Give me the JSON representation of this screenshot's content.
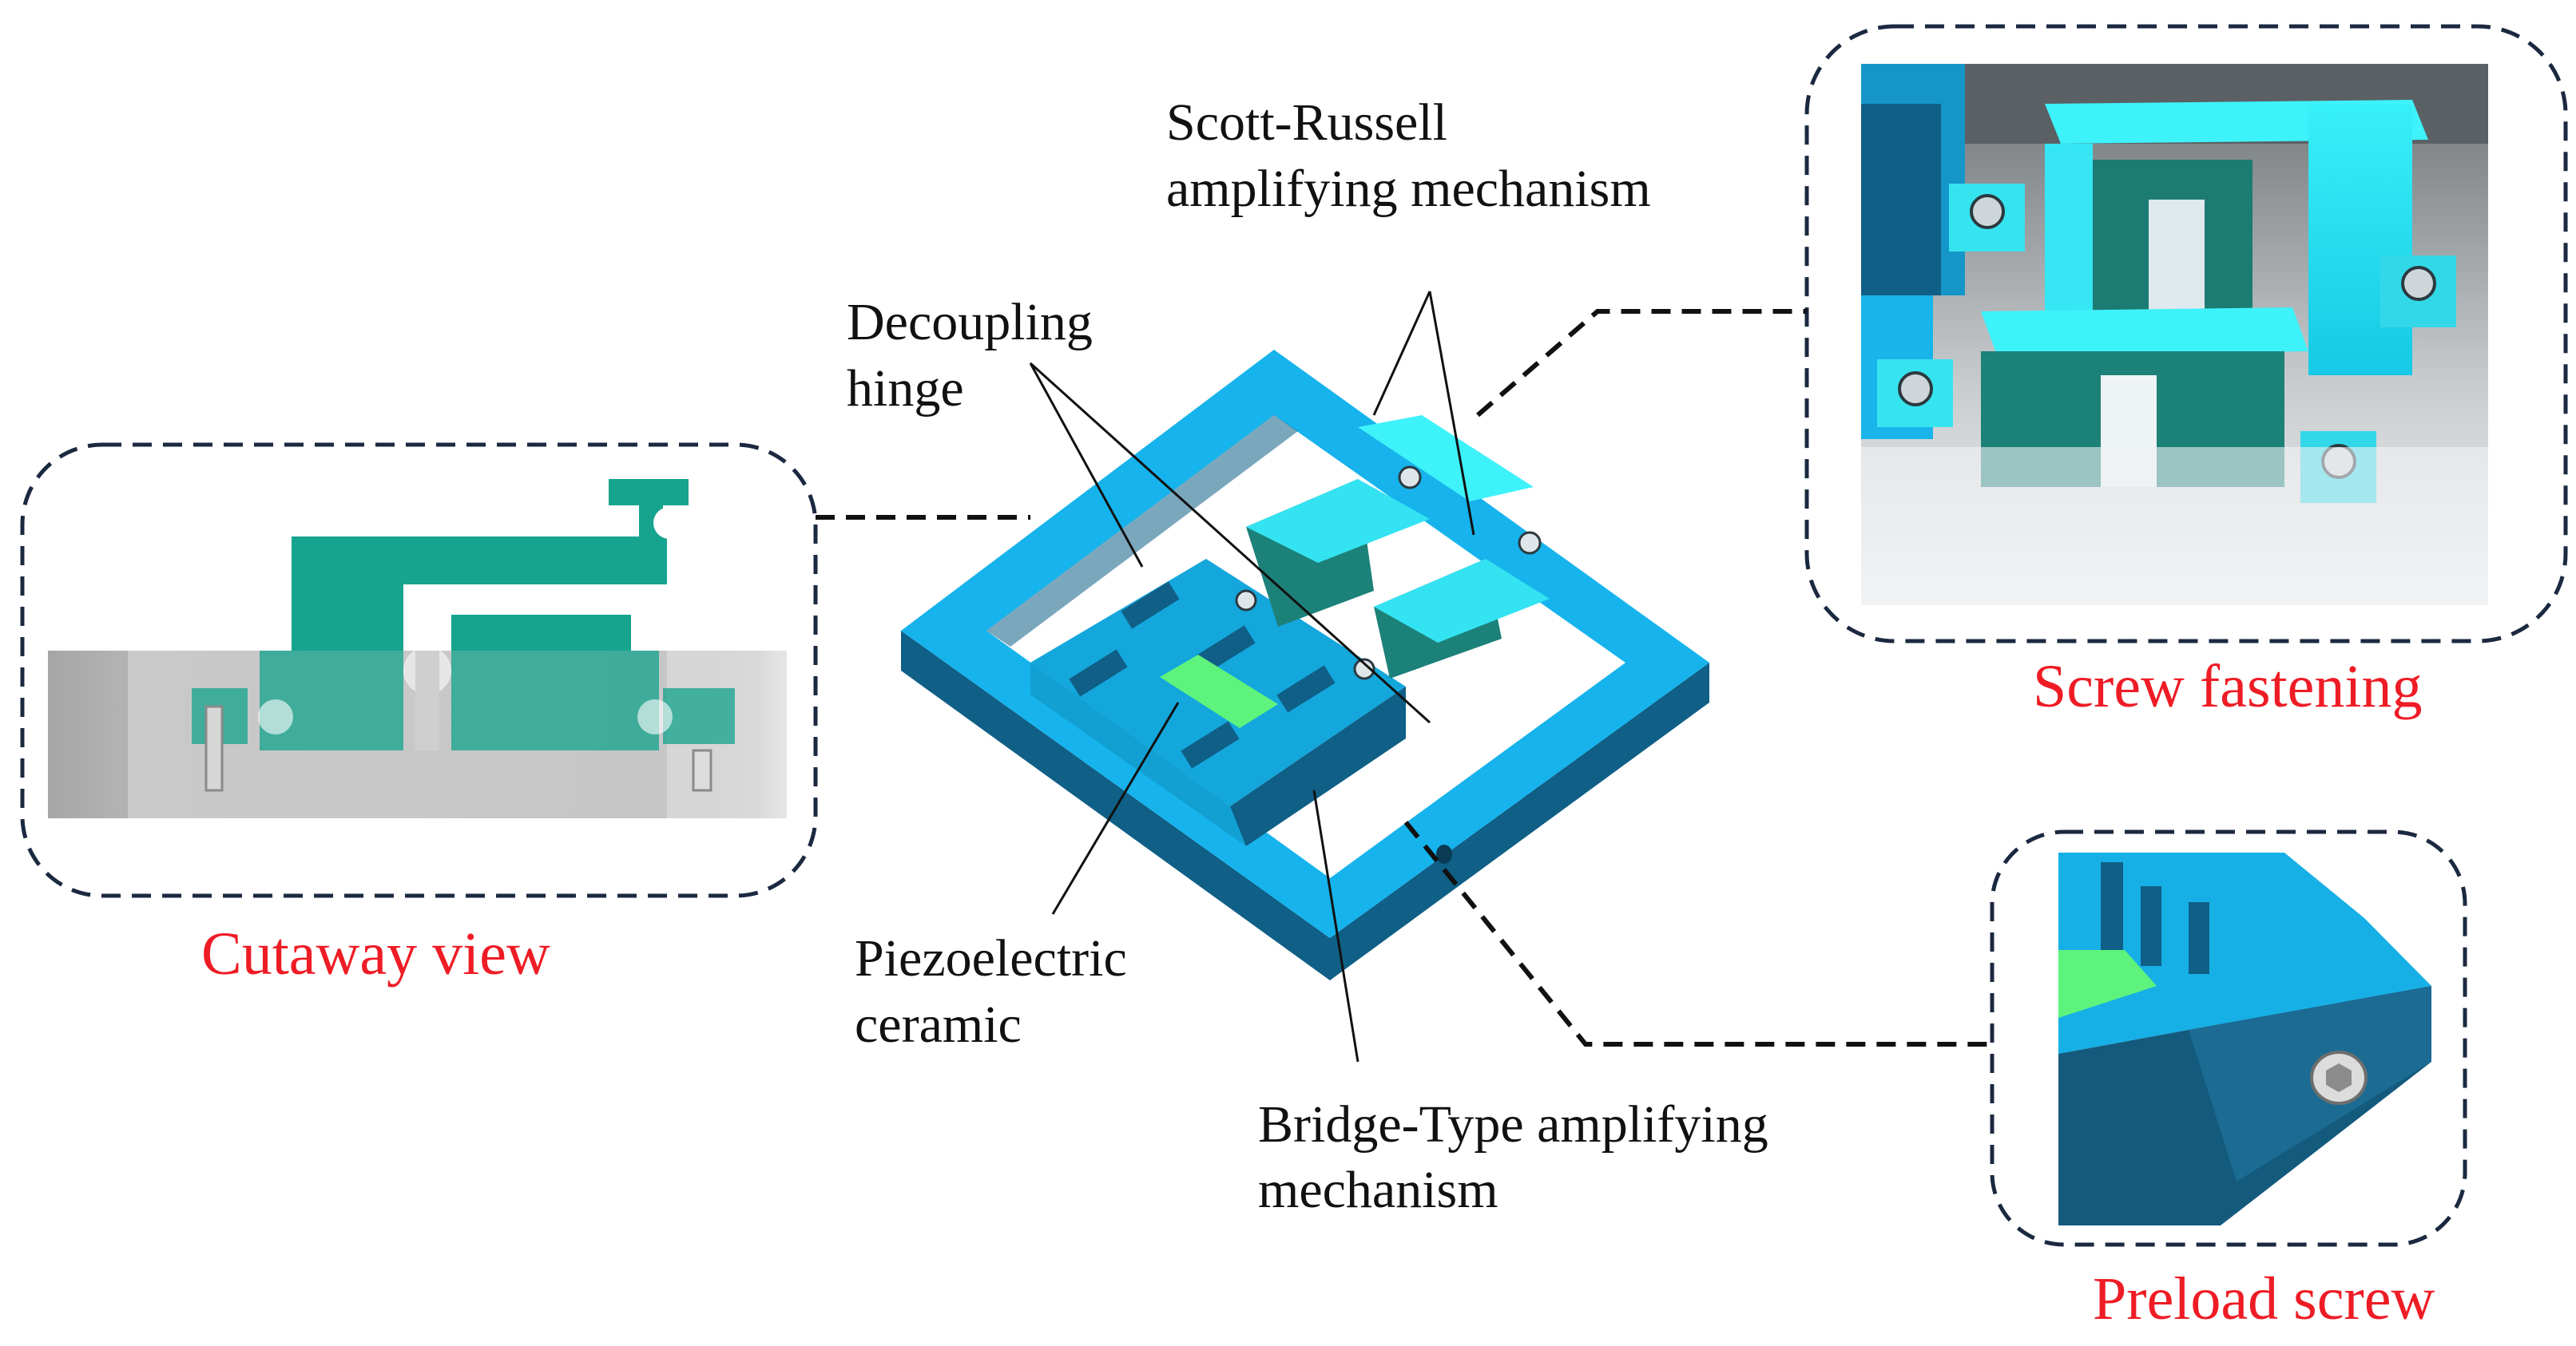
{
  "labels": {
    "scott_russell_line1": "Scott-Russell",
    "scott_russell_line2": "amplifying mechanism",
    "decoupling_line1": "Decoupling",
    "decoupling_line2": "hinge",
    "piezo_line1": "Piezoelectric",
    "piezo_line2": "ceramic",
    "bridge_line1": "Bridge-Type amplifying",
    "bridge_line2": "mechanism"
  },
  "captions": {
    "cutaway": "Cutaway view",
    "screw_fastening": "Screw fastening",
    "preload_screw": "Preload screw"
  },
  "colors": {
    "frame_top": "#16b3ec",
    "frame_side": "#0f5f86",
    "teal": "#1aa58f",
    "cyan": "#2ee3f3",
    "piezo": "#5df17b",
    "caption": "#ee1c25",
    "box_border": "#1b2940"
  }
}
